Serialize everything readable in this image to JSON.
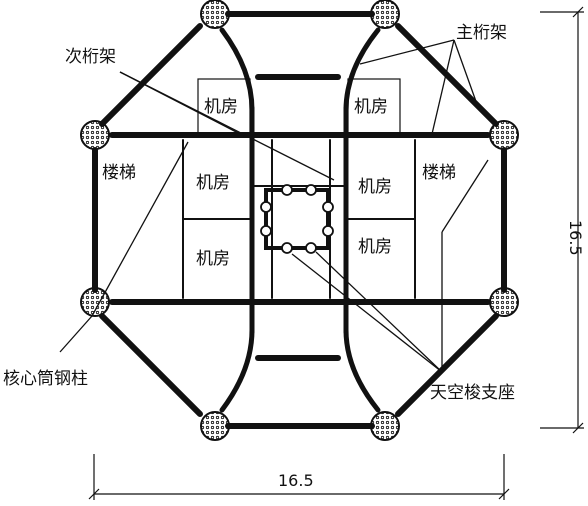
{
  "labels": {
    "main_truss": "主桁架",
    "secondary_truss": "次桁架",
    "stair_left": "楼梯",
    "stair_right": "楼梯",
    "machine_room": "机房",
    "core_steel_column": "核心筒钢柱",
    "skybridge_bearing": "天空梭支座"
  },
  "dimensions": {
    "width": "16.5",
    "height": "16.5"
  },
  "colors": {
    "line": "#111111",
    "background": "#ffffff"
  }
}
